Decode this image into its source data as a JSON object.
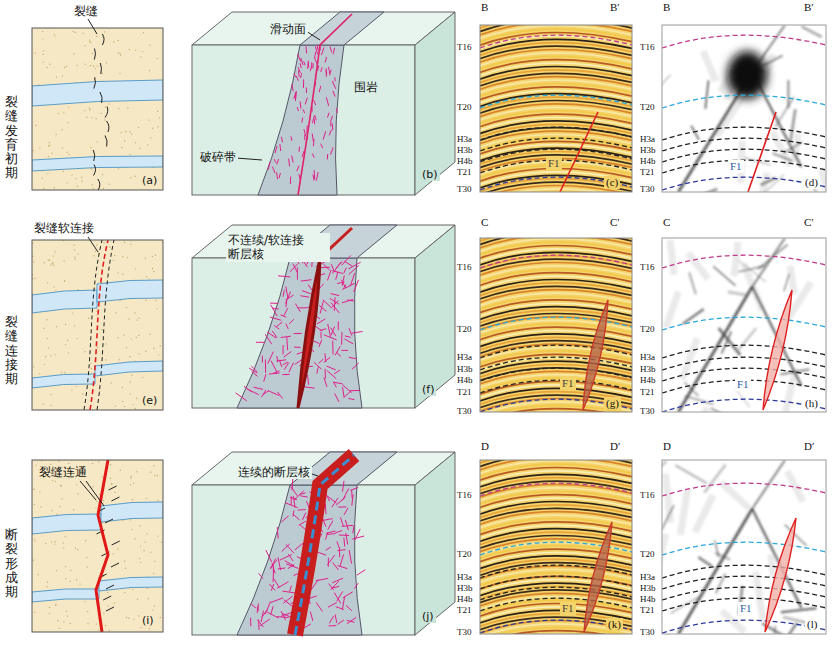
{
  "diagram": {
    "labels": [
      "裂缝发育初期",
      "裂缝",
      "(a)",
      "滑动面",
      "围岩",
      "破碎带",
      "(b)",
      "B",
      "B′",
      "T16",
      "T20",
      "H3a",
      "H3b",
      "H4b",
      "T21",
      "T30",
      "F1",
      "(c)",
      "B",
      "B′",
      "T16",
      "T20",
      "H3a",
      "H3b",
      "H4b",
      "T21",
      "T30",
      "F1",
      "(d)",
      "裂缝连接期",
      "裂缝软连接",
      "(e)",
      "不连续/软连接 断层核",
      "(f)",
      "C",
      "C′",
      "T16",
      "T20",
      "H3a",
      "H3b",
      "H4b",
      "T21",
      "T30",
      "F1",
      "(g)",
      "C",
      "C′",
      "T16",
      "T20",
      "H3a",
      "H3b",
      "H4b",
      "T21",
      "T30",
      "F1",
      "(h)",
      "断裂形成期",
      "裂缝连通",
      "(i)",
      "连续的断层核",
      "(j)",
      "D",
      "D′",
      "T16",
      "T20",
      "H3a",
      "H3b",
      "H4b",
      "T21",
      "T30",
      "F1",
      "(k)",
      "D",
      "D′",
      "T16",
      "T20",
      "H3a",
      "H3b",
      "H4b",
      "T21",
      "T30",
      "F1",
      "(l)"
    ]
  }
}
